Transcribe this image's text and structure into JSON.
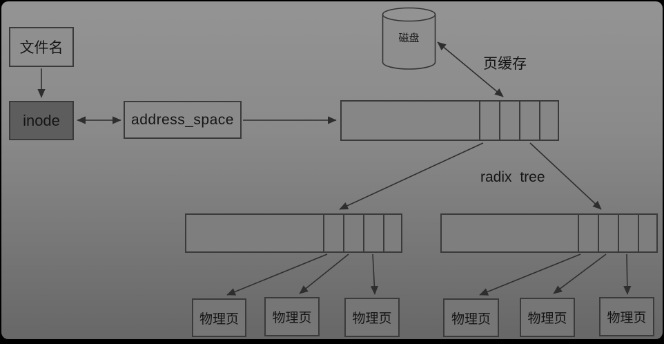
{
  "colors": {
    "background_top": "#949494",
    "background_bottom": "#676767",
    "frame": "#000000",
    "box_border": "#3a3a3a",
    "inode_fill": "#5d5d5d",
    "box_fill": "#8f8f8f",
    "line": "#2e2e2e",
    "text": "#141414"
  },
  "nodes": {
    "filename": {
      "label": "文件名"
    },
    "inode": {
      "label": "inode"
    },
    "address_space": {
      "label": "address_space"
    },
    "disk": {
      "label": "磁盘"
    },
    "page_cache_array": {
      "segments": 4
    },
    "radix_node_left": {
      "segments": 4
    },
    "radix_node_right": {
      "segments": 4
    }
  },
  "labels": {
    "page_cache": "页缓存",
    "radix_tree": "radix tree"
  },
  "physical_pages": [
    "物理页",
    "物理页",
    "物理页",
    "物理页",
    "物理页",
    "物理页"
  ],
  "edges": [
    {
      "from": "filename",
      "to": "inode",
      "arrow": "single"
    },
    {
      "from": "inode",
      "to": "address_space",
      "arrow": "double"
    },
    {
      "from": "address_space",
      "to": "page_cache_array",
      "arrow": "single"
    },
    {
      "from": "disk",
      "to": "page_cache_array",
      "arrow": "double"
    },
    {
      "from": "page_cache_array",
      "to": "radix_node_left",
      "arrow": "single"
    },
    {
      "from": "page_cache_array",
      "to": "radix_node_right",
      "arrow": "single"
    },
    {
      "from": "radix_node_left",
      "to": "physical_page_1",
      "arrow": "single"
    },
    {
      "from": "radix_node_left",
      "to": "physical_page_2",
      "arrow": "single"
    },
    {
      "from": "radix_node_left",
      "to": "physical_page_3",
      "arrow": "single"
    },
    {
      "from": "radix_node_right",
      "to": "physical_page_4",
      "arrow": "single"
    },
    {
      "from": "radix_node_right",
      "to": "physical_page_5",
      "arrow": "single"
    },
    {
      "from": "radix_node_right",
      "to": "physical_page_6",
      "arrow": "single"
    }
  ]
}
